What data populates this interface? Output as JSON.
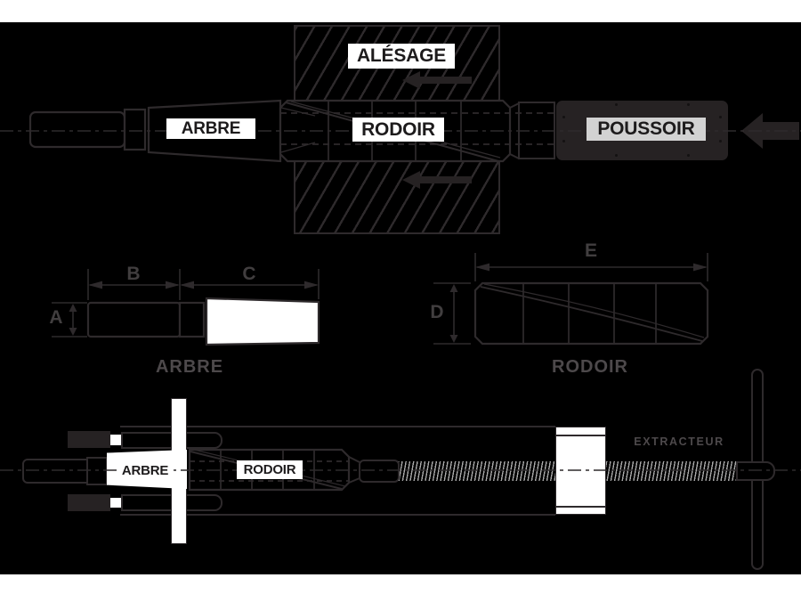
{
  "diagram": {
    "top_view": {
      "alesage_label": "ALÉSAGE",
      "arbre_label": "ARBRE",
      "rodoir_label": "RODOIR",
      "poussoir_label": "POUSSOIR"
    },
    "dimension_views": {
      "arbre": {
        "title": "ARBRE",
        "dim_a": "A",
        "dim_b": "B",
        "dim_c": "C"
      },
      "rodoir": {
        "title": "RODOIR",
        "dim_d": "D",
        "dim_e": "E"
      }
    },
    "bottom_view": {
      "arbre_label": "ARBRE",
      "rodoir_label": "RODOIR",
      "extracteur_label": "EXTRACTEUR"
    }
  },
  "colors": {
    "page_bg": "#ffffff",
    "canvas_bg": "#000000",
    "stroke": "#2e2a2c",
    "dark_fill": "#262223",
    "chip_bg": "#ffffff",
    "chip_text": "#1d1b1c",
    "poussoir_chip_bg": "#d2d2d2",
    "muted": "#4d494b",
    "dim_letter": "#413e3f",
    "thread": "#a8a8a8"
  }
}
